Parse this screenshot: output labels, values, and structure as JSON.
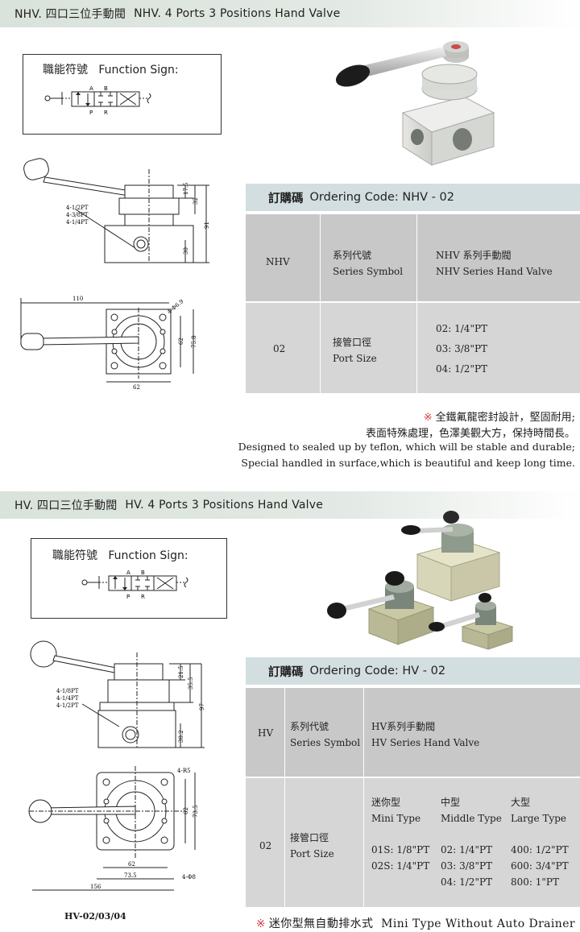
{
  "nhv": {
    "header_cn": "NHV. 四口三位手動閥",
    "header_en": "NHV. 4 Ports 3 Positions Hand Valve",
    "sign_cn": "職能符號",
    "sign_en": "Function Sign:",
    "sym_a": "A",
    "sym_b": "B",
    "sym_p": "P",
    "sym_r": "R",
    "dims": {
      "d175": "17.5",
      "d32": "32",
      "d91": "91",
      "d30": "30",
      "d110": "110",
      "d62a": "62",
      "d758": "75.8",
      "d62b": "62",
      "d69": "4-Φ6.9",
      "port1": "4-1/2PT",
      "port2": "4-3/8PT",
      "port3": "4-1/4PT"
    },
    "ordering_cn": "訂購碼",
    "ordering_en": "Ordering Code: NHV - 02",
    "row1_code": "NHV",
    "row1_label_cn": "系列代號",
    "row1_label_en": "Series Symbol",
    "row1_value_cn": "NHV 系列手動閥",
    "row1_value_en": "NHV Series Hand Valve",
    "row2_code": "02",
    "row2_label_cn": "接管口徑",
    "row2_label_en": "Port Size",
    "sizes": [
      "02: 1/4\"PT",
      "03: 3/8\"PT",
      "04: 1/2\"PT"
    ],
    "note_mark": "※",
    "note_cn1": "全鐵氟龍密封設計，堅固耐用;",
    "note_cn2": "表面特殊處理，色澤美觀大方，保持時間長。",
    "note_en1": "Designed to sealed up by teflon, which will be stable and durable;",
    "note_en2": "Special handled in surface,which is beautiful and keep long time."
  },
  "hv": {
    "header_cn": "HV. 四口三位手動閥",
    "header_en": "HV. 4 Ports 3 Positions Hand Valve",
    "sign_cn": "職能符號",
    "sign_en": "Function Sign:",
    "sym_a": "A",
    "sym_b": "B",
    "sym_p": "P",
    "sym_r": "R",
    "dims": {
      "d215": "21.5",
      "d355": "35.5",
      "d97": "97",
      "d302": "30.2",
      "r5": "4-R5",
      "d62a": "62",
      "d735a": "73.5",
      "d62b": "62",
      "d735b": "73.5",
      "d156": "156",
      "d8": "4-Φ8",
      "port1": "4-1/8PT",
      "port2": "4-1/4PT",
      "port3": "4-1/2PT"
    },
    "ordering_cn": "訂購碼",
    "ordering_en": "Ordering Code: HV - 02",
    "row1_code": "HV",
    "row1_label_cn": "系列代號",
    "row1_label_en": "Series Symbol",
    "row1_value_cn": "HV系列手動閥",
    "row1_value_en": "HV Series Hand Valve",
    "row2_code": "02",
    "row2_label_cn": "接管口徑",
    "row2_label_en": "Port Size",
    "mini_cn": "迷你型",
    "mini_en": "Mini Type",
    "middle_cn": "中型",
    "middle_en": "Middle Type",
    "large_cn": "大型",
    "large_en": "Large Type",
    "mini_sizes": [
      "01S: 1/8\"PT",
      "02S: 1/4\"PT"
    ],
    "middle_sizes": [
      "02: 1/4\"PT",
      "03: 3/8\"PT",
      "04: 1/2\"PT"
    ],
    "large_sizes": [
      "400: 1/2\"PT",
      "600: 3/4\"PT",
      "800: 1\"PT"
    ],
    "model_caption": "HV-02/03/04",
    "note_mark": "※",
    "note_cn": "迷你型無自動排水式",
    "note_en": "Mini Type Without Auto Drainer"
  },
  "colors": {
    "bar": "#dde5de",
    "order_head": "#d3dee0",
    "grey_dark": "#c8c8c8",
    "grey_light": "#d6d6d6",
    "note_mark": "#d23a3a"
  }
}
